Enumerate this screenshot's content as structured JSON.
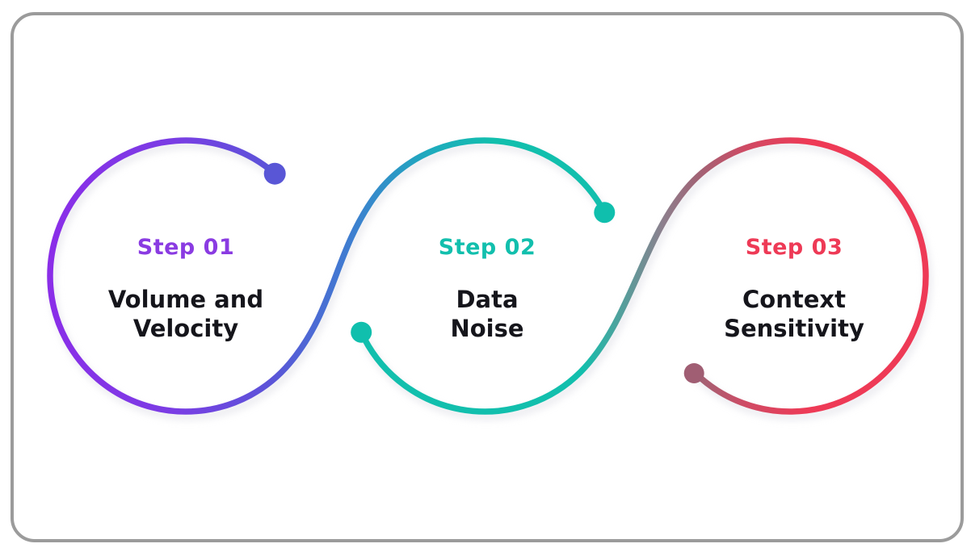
{
  "diagram": {
    "type": "process-steps-flow",
    "background_color": "#ffffff",
    "frame_border_color": "#9b9b9b",
    "title_text_color": "#15151b",
    "steps": [
      {
        "label": "Step 01",
        "title_lines": [
          "Volume and",
          "Velocity"
        ],
        "accent_color": "#8a3be2",
        "ring_color": "#7c3aed",
        "dot_color": "#5956d6"
      },
      {
        "label": "Step 02",
        "title_lines": [
          "Data",
          "Noise"
        ],
        "accent_color": "#12bfad",
        "ring_color": "#12bfad",
        "dot_color": "#10bfad"
      },
      {
        "label": "Step 03",
        "title_lines": [
          "Context",
          "Sensitivity"
        ],
        "accent_color": "#ee3a56",
        "ring_color": "#ee3a56",
        "dot_color": "#a05e73"
      }
    ],
    "connector_gradient_1": [
      "#8a2ee8",
      "#5b54d8",
      "#3e7ed0",
      "#12bfad"
    ],
    "connector_gradient_2": [
      "#12bfad",
      "#8d7f8d",
      "#a26274",
      "#ee3a56"
    ]
  }
}
